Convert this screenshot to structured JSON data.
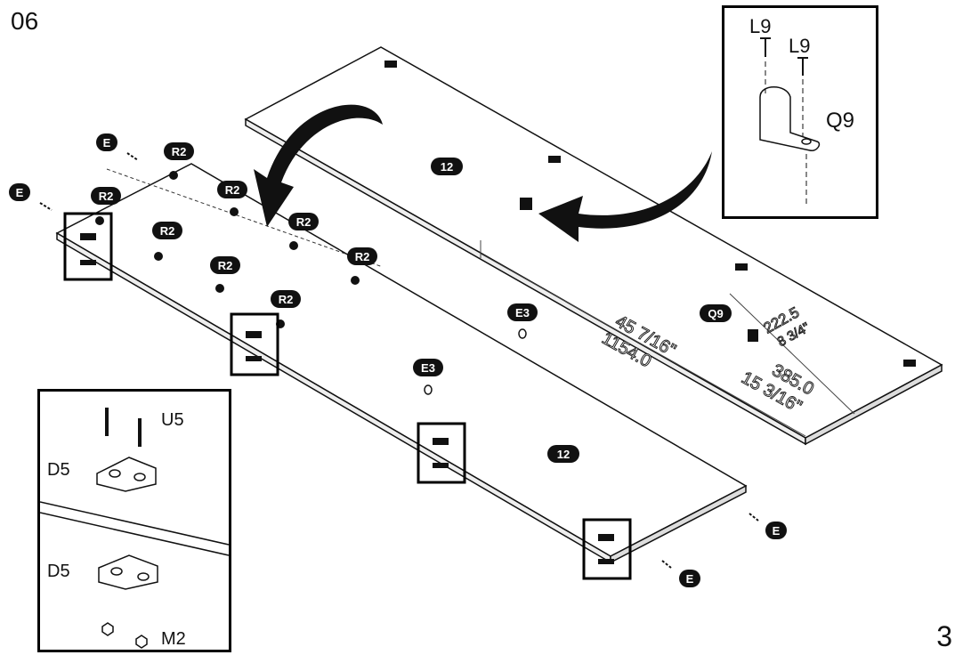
{
  "step_number": "06",
  "page_number": "3",
  "panel_label": "12",
  "tags": {
    "cam_bolt": "R2",
    "dowel": "E",
    "shelf_pin": "E3",
    "clip": "Q9"
  },
  "inset_top": {
    "screw_a": "L9",
    "screw_b": "L9",
    "bracket": "Q9"
  },
  "inset_bottom": {
    "screw": "U5",
    "hinge_top": "D5",
    "hinge_bottom": "D5",
    "nut": "M2"
  },
  "dimensions": {
    "d1_in": "45 7/16\"",
    "d1_mm": "1154.0",
    "d2_mm": "222.5",
    "d2_in": "8 3/4\"",
    "d3_mm": "385.0",
    "d3_in": "15 3/16\""
  }
}
